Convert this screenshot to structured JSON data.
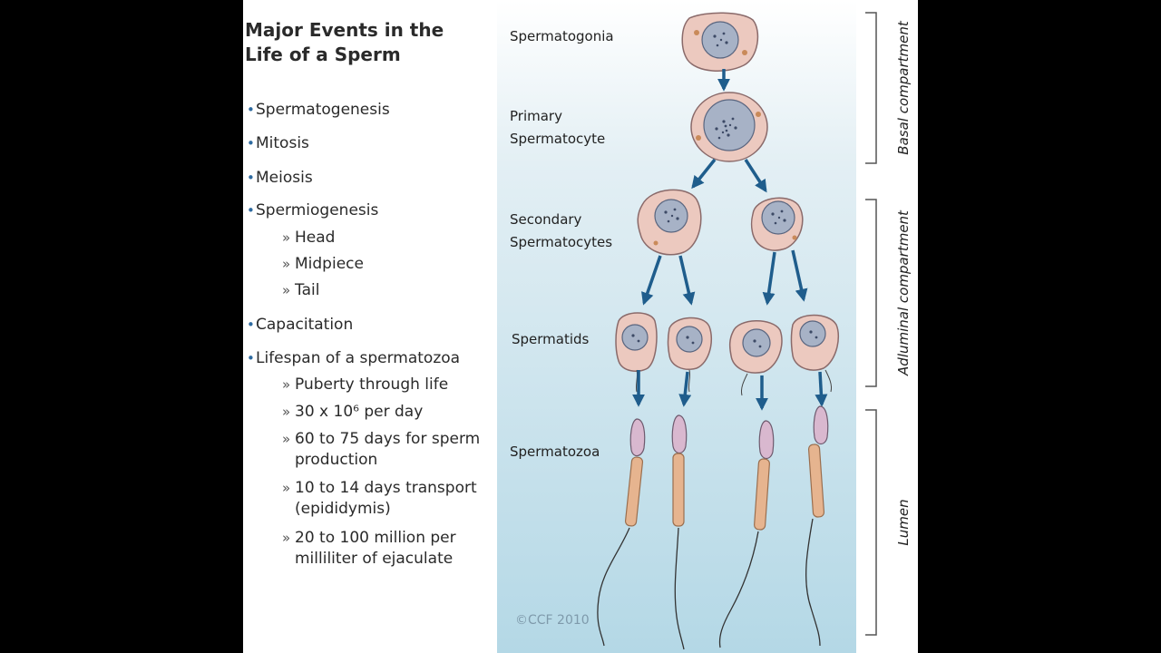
{
  "title": {
    "line1": "Major Events in the",
    "line2": "Life of a Sperm"
  },
  "events": [
    {
      "label": "Spermatogenesis"
    },
    {
      "label": "Mitosis"
    },
    {
      "label": "Meiosis"
    },
    {
      "label": "Spermiogenesis",
      "sub": [
        "Head",
        "Midpiece",
        "Tail"
      ]
    },
    {
      "label": "Capacitation"
    },
    {
      "label": "Lifespan of a spermatozoa",
      "sub": [
        "Puberty through life",
        "30 x 10⁶ per day",
        "60 to 75 days for sperm production",
        "10 to 14 days transport (epididymis)",
        "20 to 100 million per milliliter of ejaculate"
      ]
    }
  ],
  "stages": {
    "spermatogonia": "Spermatogonia",
    "primary_1": "Primary",
    "primary_2": "Spermatocyte",
    "secondary_1": "Secondary",
    "secondary_2": "Spermatocytes",
    "spermatids": "Spermatids",
    "spermatozoa": "Spermatozoa"
  },
  "compartments": {
    "basal": "Basal compartment",
    "adluminal": "Adluminal compartment",
    "lumen": "Lumen"
  },
  "copyright": "©CCF 2010",
  "colors": {
    "arrow": "#1f5d8c",
    "cell_fill": "#ecc9bf",
    "nucleus": "#a7b2c6",
    "bracket": "#555555"
  }
}
